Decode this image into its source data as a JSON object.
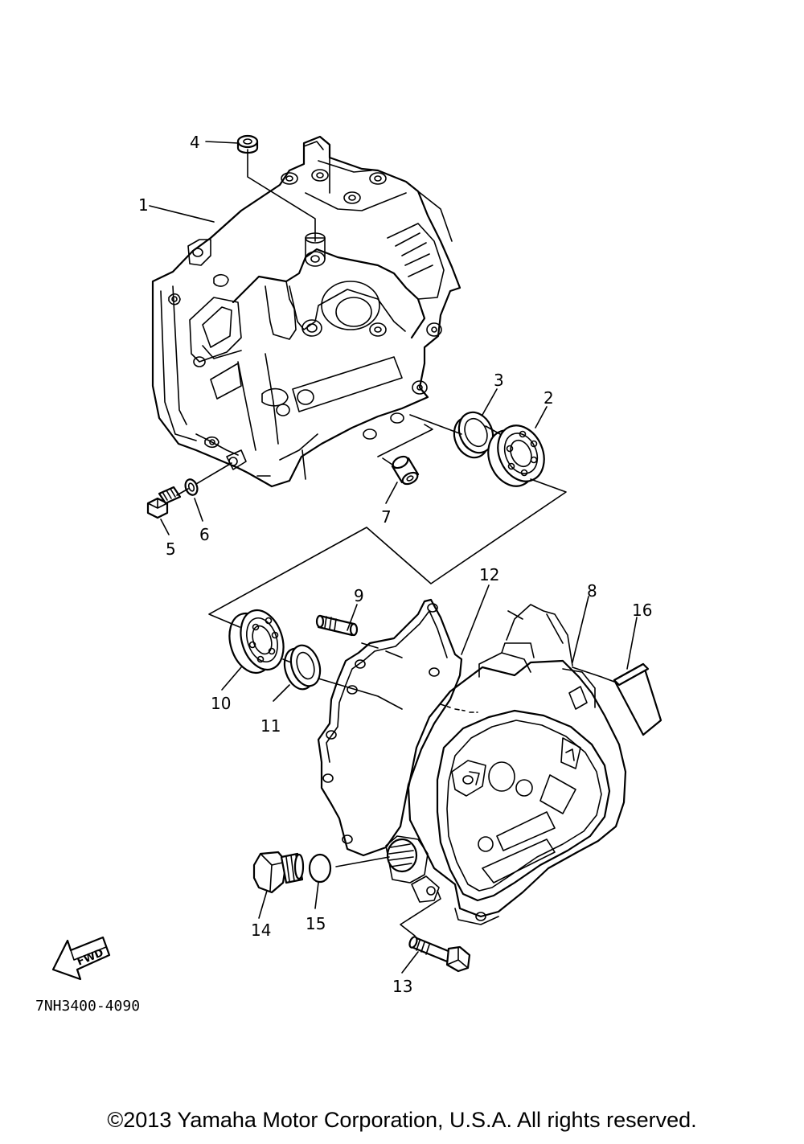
{
  "callouts": {
    "c1": "1",
    "c2": "2",
    "c3": "3",
    "c4": "4",
    "c5": "5",
    "c6": "6",
    "c7": "7",
    "c8": "8",
    "c9": "9",
    "c10": "10",
    "c11": "11",
    "c12": "12",
    "c13": "13",
    "c14": "14",
    "c15": "15",
    "c16": "16"
  },
  "fwd_label": "FWD",
  "diagram_code": "7NH3400-4090",
  "copyright": "©2013 Yamaha Motor Corporation, U.S.A. All rights reserved."
}
